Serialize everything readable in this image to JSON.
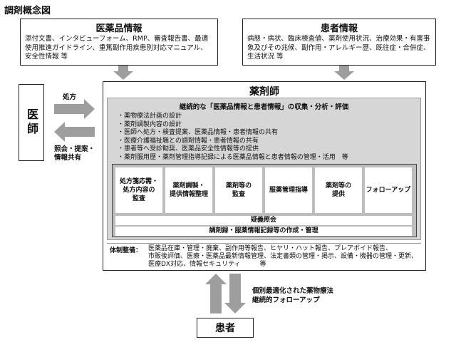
{
  "page_title": "調剤概念図",
  "drug_info": {
    "title": "医薬品情報",
    "body": "添付文書、インタビューフォーム、RMP、審査報告書、最適使用推進ガイドライン、重篤副作用疾患別対応マニュアル、安全性情報 等"
  },
  "patient_info": {
    "title": "患者情報",
    "body": "病態・病状、臨床検査値、薬剤使用状況、治療効果・有害事象及びその兆候、副作用・アレルギー歴、既往症・合併症、生活状況 等"
  },
  "doctor": {
    "label": "医師"
  },
  "arrows": {
    "prescription": "処方",
    "inquiry": "照会・提案・\n情報共有",
    "optimize": "個別最適化された薬物療法\n継続的フォローアップ"
  },
  "pharmacist": {
    "title": "薬剤師",
    "subtitle": "継続的な「医薬品情報と患者情報」の収集・分析・評価",
    "items": [
      "・薬物療法計画の設計",
      "・薬剤調製内容の設計",
      "・医師へ処方・検査提案、医薬品情報・患者情報の共有",
      "・医療介護福祉職との調剤情報・患者情報の共有",
      "・患者等へ受診勧奨、医薬品安全性情報等の提供",
      "・薬剤服用歴・薬剤管理指導記録による医薬品情報と患者情報の管理・活用　等"
    ],
    "steps": [
      "処方箋応需・\n処方内容の\n監査",
      "薬剤調製・\n提供情報整理",
      "薬剤等の\n監査",
      "服薬管理指導",
      "薬剤等の\n提供",
      "フォローアップ"
    ],
    "query_bar": "疑義照会",
    "record_bar": "調剤録・服薬情報記録等の作成・管理",
    "infra_label": "体制整備：",
    "infra_text": [
      "医薬品在庫・管理・廃棄、副作用等報告、ヒヤリ・ハット報告、プレアボイド報告、",
      "市販後評価、医療・医薬品最新情報管理、法定書類の管理・掲示、設備・機器の管理・更新、",
      "医療DX対応、情報セキュリティ　　　等"
    ]
  },
  "patient": {
    "label": "患者"
  },
  "colors": {
    "arrow_gray": "#9e9e9e",
    "panel_gray": "#d6d6d6",
    "border": "#222222"
  }
}
